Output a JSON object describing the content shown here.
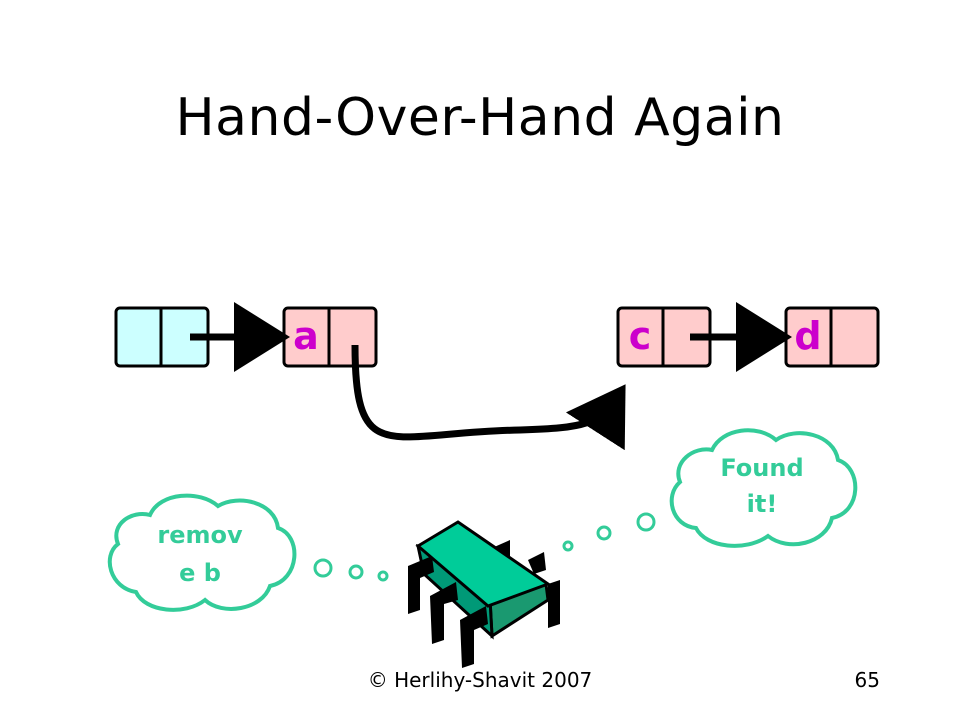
{
  "title": "Hand-Over-Hand Again",
  "nodes": [
    {
      "label": "",
      "fill": "#ccffff"
    },
    {
      "label": "a",
      "fill": "#ffcccc"
    },
    {
      "label": "c",
      "fill": "#ffcccc"
    },
    {
      "label": "d",
      "fill": "#ffcccc"
    }
  ],
  "thoughts": {
    "left": {
      "line1": "remov",
      "line2": "e b"
    },
    "right": {
      "line1": "Found",
      "line2": "it!"
    }
  },
  "colors": {
    "label": "#cc00cc",
    "thought_text": "#33cc99",
    "thought_stroke": "#33cc99",
    "chip_body": "#00cc99"
  },
  "footer": {
    "copyright": "© Herlihy-Shavit 2007",
    "page": "65"
  }
}
